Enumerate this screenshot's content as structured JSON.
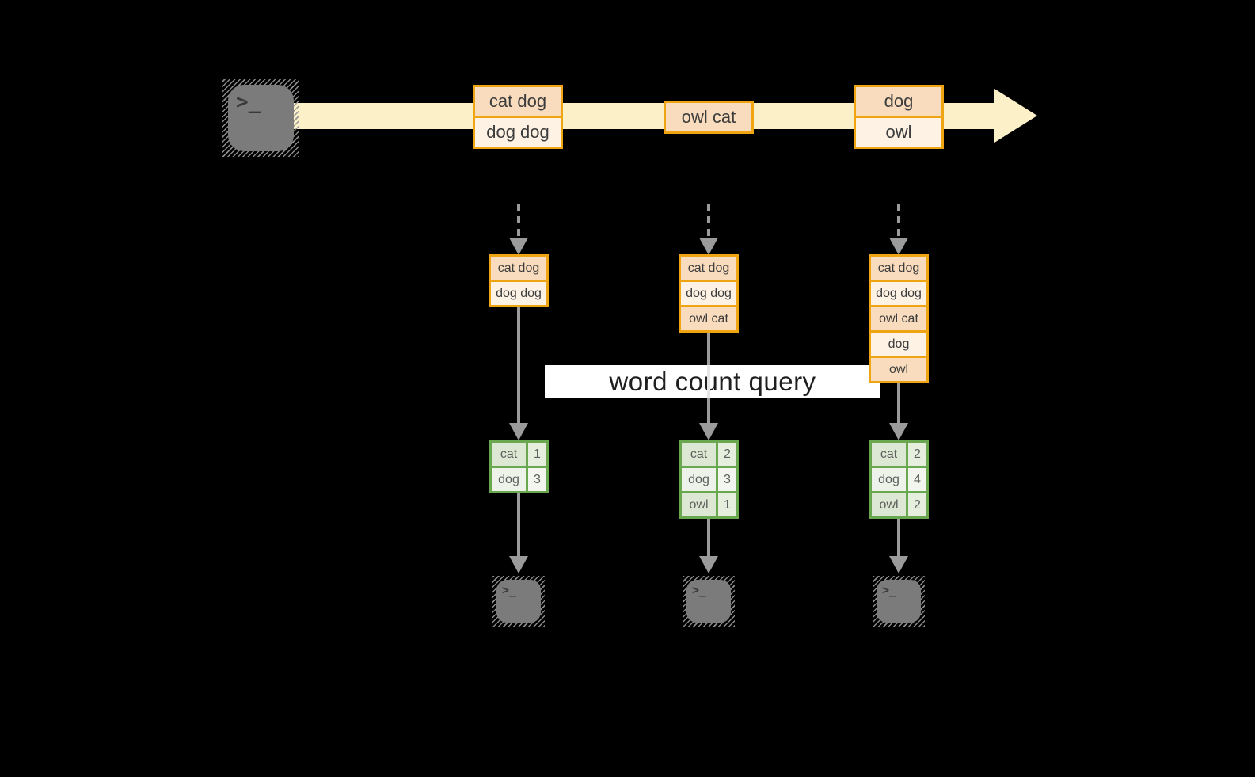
{
  "query_label": "word count query",
  "terminal_glyph": ">_",
  "stream_events": [
    {
      "rows": [
        "cat dog",
        "dog dog"
      ]
    },
    {
      "rows": [
        "owl cat"
      ]
    },
    {
      "rows": [
        "dog",
        "owl"
      ]
    }
  ],
  "pipelines": [
    {
      "buffer": [
        "cat dog",
        "dog dog"
      ],
      "counts": [
        {
          "word": "cat",
          "count": "1"
        },
        {
          "word": "dog",
          "count": "3"
        }
      ]
    },
    {
      "buffer": [
        "cat dog",
        "dog dog",
        "owl cat"
      ],
      "counts": [
        {
          "word": "cat",
          "count": "2"
        },
        {
          "word": "dog",
          "count": "3"
        },
        {
          "word": "owl",
          "count": "1"
        }
      ]
    },
    {
      "buffer": [
        "cat dog",
        "dog dog",
        "owl cat",
        "dog",
        "owl"
      ],
      "counts": [
        {
          "word": "cat",
          "count": "2"
        },
        {
          "word": "dog",
          "count": "4"
        },
        {
          "word": "owl",
          "count": "2"
        }
      ]
    }
  ],
  "colors": {
    "gold_border": "#efa512",
    "peach_fill": "#f9dcbd",
    "cream_fill": "#fdf2e4",
    "stream_band": "#fcf0c8",
    "green_border": "#6aa84f",
    "green_row_dark": "#dce8d3",
    "green_row_light": "#eef3e9",
    "arrow_gray": "#9b9b9b",
    "terminal_gray": "#7b7b7b",
    "query_band_bg": "#ffffff",
    "box_text": "#3c3c3c",
    "table_text": "#5e5e5e"
  }
}
